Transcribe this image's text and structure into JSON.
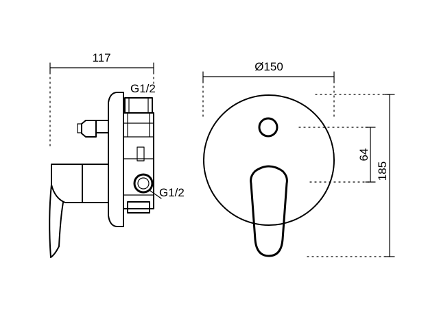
{
  "dimensions": {
    "side_width": "117",
    "front_diameter": "Ø150",
    "handle_offset": "64",
    "total_height": "185"
  },
  "threads": {
    "top_inlet": "G1/2",
    "side_inlet": "G1/2"
  }
}
